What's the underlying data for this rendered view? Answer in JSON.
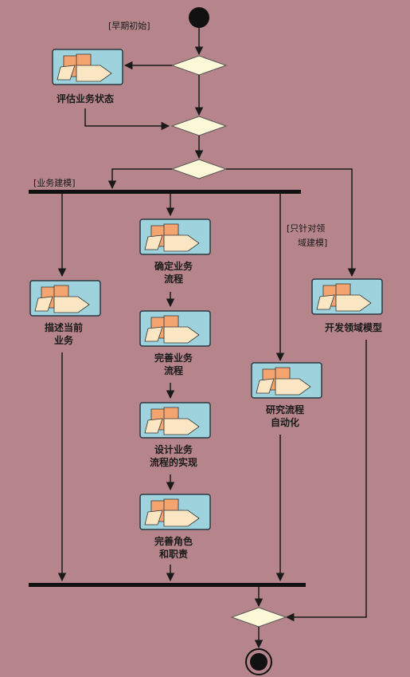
{
  "guards": {
    "early_init": "[早期初始]",
    "business_modeling": "[业务建模]",
    "domain_only_line1": "[只针对领",
    "domain_only_line2": "域建模]"
  },
  "activities": {
    "assess_status": "评估业务状态",
    "describe_current_line1": "描述当前",
    "describe_current_line2": "业务",
    "identify_process_line1": "确定业务",
    "identify_process_line2": "流程",
    "refine_process_line1": "完善业务",
    "refine_process_line2": "流程",
    "design_realization_line1": "设计业务",
    "design_realization_line2": "流程的实现",
    "refine_roles_line1": "完善角色",
    "refine_roles_line2": "和职责",
    "explore_automation_line1": "研究流程",
    "explore_automation_line2": "自动化",
    "develop_domain_model": "开发领域模型"
  },
  "colors": {
    "background": "#b5858b",
    "icon_fill": "#9ed3de",
    "icon_border": "#2a3a44",
    "doc_orange": "#f4a46e",
    "doc_cream": "#fbe6c4",
    "decision_fill": "#fdf8d8",
    "line": "#1a1a1a"
  },
  "icons": {
    "activity_icon": "activity-document-icon",
    "start_node": "initial-node-icon",
    "end_node": "final-node-icon",
    "decision": "decision-diamond-icon"
  }
}
